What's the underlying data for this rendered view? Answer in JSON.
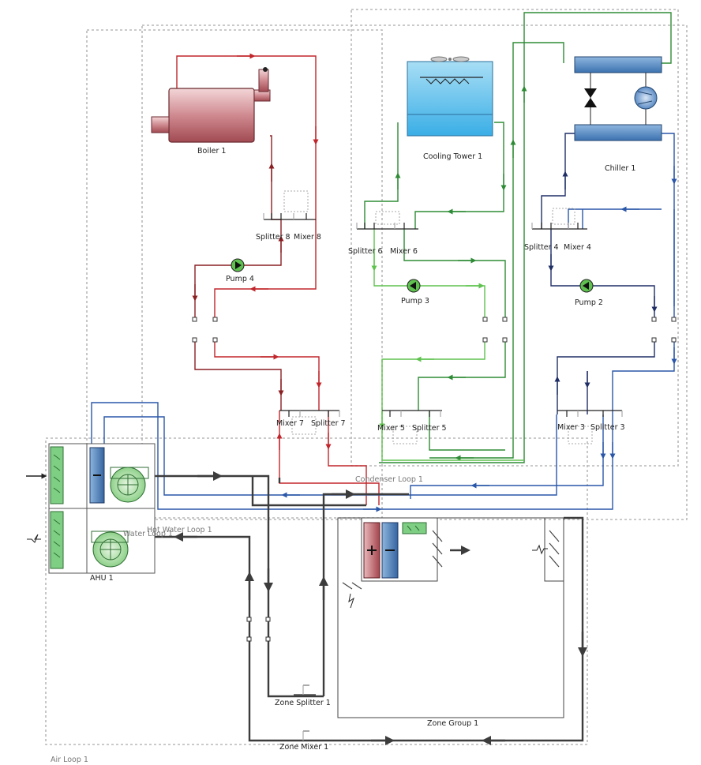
{
  "labels": {
    "boiler": "Boiler 1",
    "cooling_tower": "Cooling Tower 1",
    "chiller": "Chiller 1",
    "pump4": "Pump 4",
    "pump3": "Pump 3",
    "pump2": "Pump 2",
    "splitter8": "Splitter 8",
    "mixer8": "Mixer 8",
    "splitter6": "Splitter 6",
    "mixer6": "Mixer 6",
    "splitter4": "Splitter 4",
    "mixer4": "Mixer 4",
    "mixer7": "Mixer 7",
    "splitter7": "Splitter 7",
    "mixer5": "Mixer 5",
    "splitter5": "Splitter 5",
    "mixer3": "Mixer 3",
    "splitter3": "Splitter 3",
    "condenser_loop": "Condenser Loop 1",
    "hot_water_loop": "Hot Water Loop 1",
    "water_loop": "Water Loop 1",
    "ahu": "AHU 1",
    "zone_splitter": "Zone Splitter 1",
    "zone_mixer": "Zone Mixer 1",
    "zone_group": "Zone Group 1",
    "air_loop": "Air Loop 1"
  },
  "colors": {
    "hot_water": "#c0262b",
    "hot_water_dark": "#8a1f22",
    "chilled_water": "#2a57a8",
    "chilled_water_dark": "#1f2f66",
    "condenser_dark": "#2e8b35",
    "condenser_light": "#5fc24f",
    "air": "#3c3c3c",
    "loop_boundary": "#b9b9b9"
  },
  "icons": [
    "boiler-icon",
    "cooling-tower-icon",
    "chiller-icon",
    "pump-icon",
    "fan-icon",
    "heating-coil-icon",
    "cooling-coil-icon",
    "filter-icon",
    "damper-icon",
    "expansion-valve-icon",
    "compressor-icon"
  ]
}
